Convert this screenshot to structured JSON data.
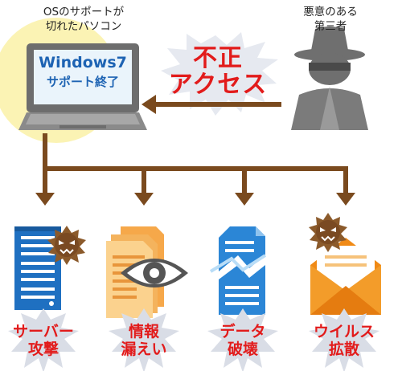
{
  "pc": {
    "caption": [
      "OSのサポートが",
      "切れたパソコン"
    ],
    "screen_line1": "Windows7",
    "screen_line2": "サポート終了"
  },
  "attacker": {
    "caption": [
      "悪意のある",
      "第三者"
    ]
  },
  "access": {
    "line1": "不正",
    "line2": "アクセス"
  },
  "impacts": [
    {
      "line1": "サーバー",
      "line2": "攻撃",
      "icon": "server-icon"
    },
    {
      "line1": "情報",
      "line2": "漏えい",
      "icon": "document-eye-icon"
    },
    {
      "line1": "データ",
      "line2": "破壊",
      "icon": "broken-document-icon"
    },
    {
      "line1": "ウイルス",
      "line2": "拡散",
      "icon": "envelope-virus-icon"
    }
  ],
  "colors": {
    "arrow": "#7a4a1e",
    "impact_text": "#e21b1b",
    "screen_text": "#1d63b3",
    "virus": "#8b5a2b",
    "server": "#1f70c1",
    "envelope": "#f08a16",
    "pc_gray": "#707070",
    "glow": "#fbf3b4"
  }
}
